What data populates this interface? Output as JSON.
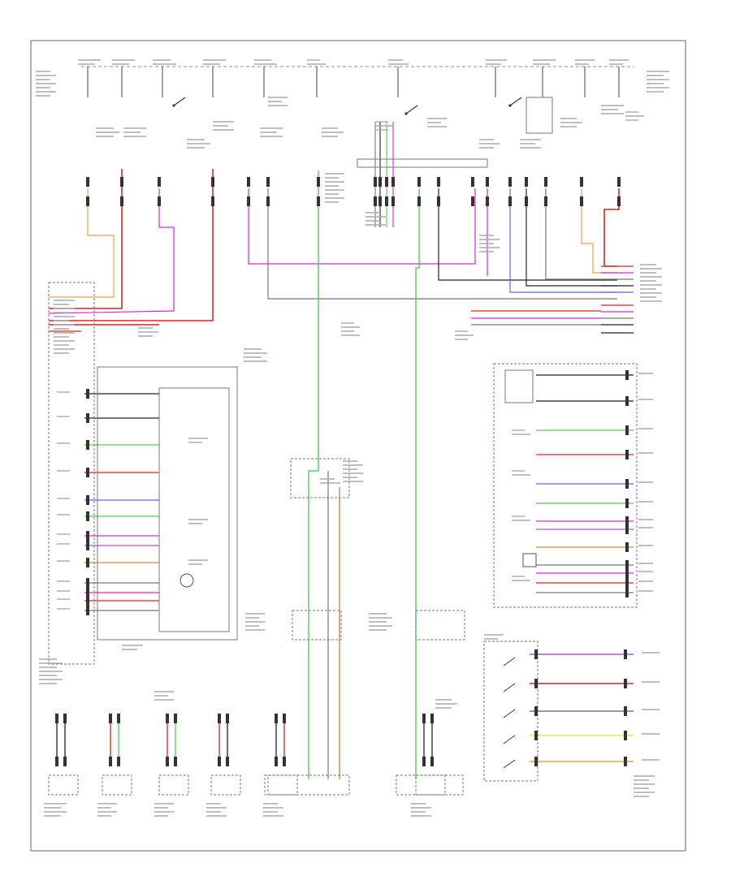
{
  "diagram": {
    "footer_code": "",
    "colors": {
      "pink": "#e020e0",
      "red": "#e82020",
      "orange": "#f0a040",
      "green": "#50d050",
      "blue": "#6060ff",
      "gray": "#777777",
      "black": "#222222",
      "yellow": "#e8e840",
      "tan": "#c89040",
      "violet": "#b050e0"
    },
    "wire_groups": [
      {
        "name": "top-left-harness",
        "wires": [
          "orange",
          "red",
          "pink",
          "red",
          "black",
          "red",
          "pink",
          "black"
        ]
      },
      {
        "name": "right-harness",
        "wires": [
          "orange",
          "red",
          "pink",
          "blue",
          "black",
          "red",
          "gray",
          "black"
        ]
      },
      {
        "name": "left-module-connector",
        "wires": [
          "black",
          "black",
          "green",
          "red",
          "blue",
          "green",
          "pink",
          "violet",
          "tan",
          "gray",
          "pink",
          "red",
          "gray"
        ]
      },
      {
        "name": "right-module-connector",
        "wires": [
          "black",
          "black",
          "green",
          "red",
          "blue",
          "green",
          "pink",
          "violet",
          "tan",
          "gray",
          "pink",
          "red",
          "gray"
        ]
      },
      {
        "name": "bottom-right-sensor",
        "wires": [
          "violet",
          "red",
          "gray",
          "yellow",
          "orange"
        ]
      }
    ]
  }
}
